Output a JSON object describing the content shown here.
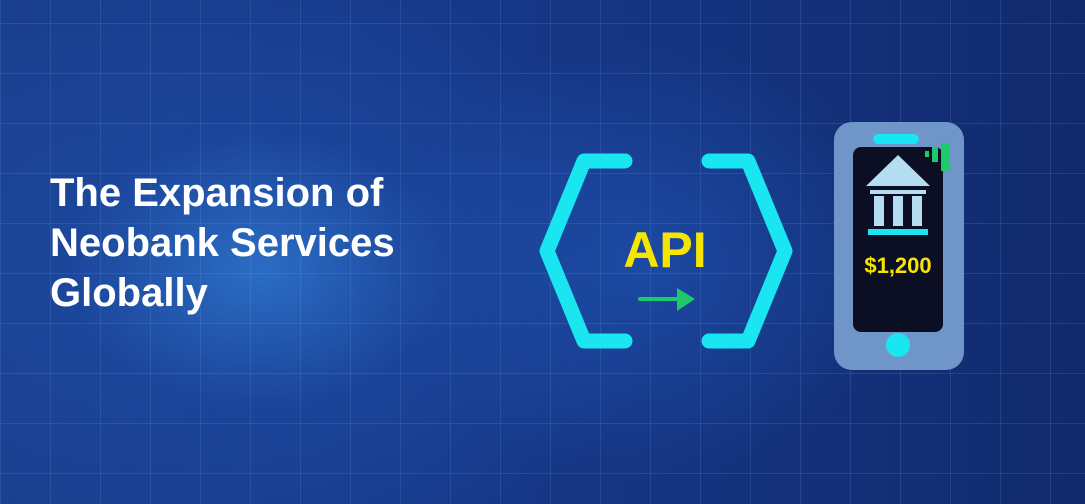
{
  "headline": {
    "line1": "The Expansion of",
    "line2": "Neobank Services",
    "line3": "Globally"
  },
  "api_block": {
    "label": "API"
  },
  "phone": {
    "balance": "$1,200"
  },
  "colors": {
    "background": "#17398a",
    "bracket": "#19e6f0",
    "api_text": "#f5e600",
    "arrow": "#1ec96b",
    "phone_body": "#6f95c9",
    "phone_screen": "#0c0f23",
    "bank_icon": "#b5ddf1",
    "bank_roof_line": "#19e6f0",
    "signal_bars": "#1ec96b"
  },
  "icons": [
    "angle-bracket-left-icon",
    "angle-bracket-right-icon",
    "arrow-right-icon",
    "bank-icon",
    "signal-bars-icon",
    "home-button-icon"
  ]
}
